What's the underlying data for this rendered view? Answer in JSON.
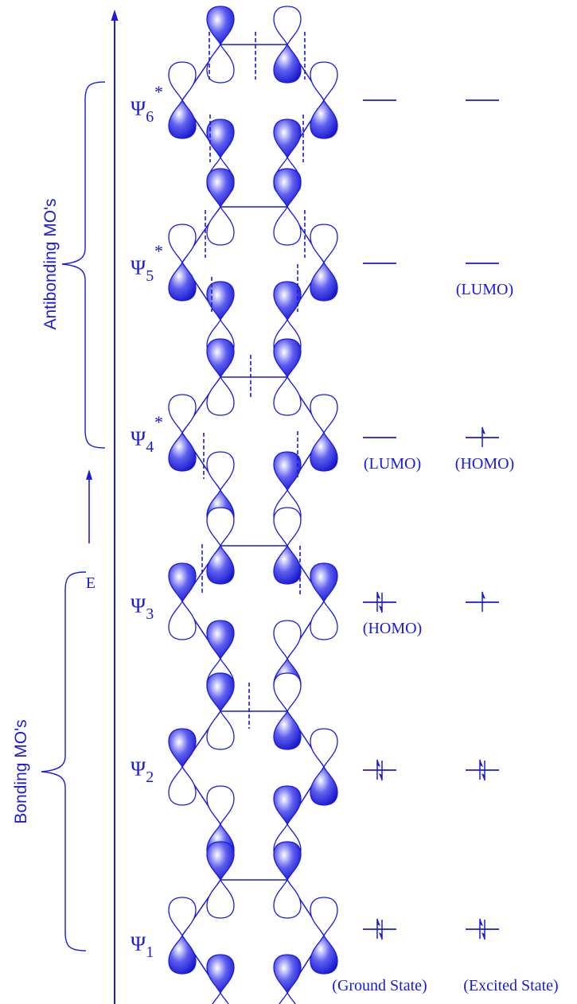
{
  "diagram": {
    "color": "#1a1adc",
    "axis_label": "E",
    "group_labels": {
      "antibonding": "Antibonding MO's",
      "bonding": "Bonding MO's"
    },
    "column_labels": {
      "ground": "(Ground State)",
      "excited": "(Excited State)"
    },
    "orbitals": [
      {
        "id": "psi6",
        "symbol": "Ψ",
        "subscript": "6",
        "star": "*",
        "ground": {
          "electrons": 0,
          "tag": ""
        },
        "excited": {
          "electrons": 0,
          "tag": ""
        }
      },
      {
        "id": "psi5",
        "symbol": "Ψ",
        "subscript": "5",
        "star": "*",
        "ground": {
          "electrons": 0,
          "tag": ""
        },
        "excited": {
          "electrons": 0,
          "tag": "(LUMO)"
        }
      },
      {
        "id": "psi4",
        "symbol": "Ψ",
        "subscript": "4",
        "star": "*",
        "ground": {
          "electrons": 0,
          "tag": "(LUMO)"
        },
        "excited": {
          "electrons": 1,
          "tag": "(HOMO)"
        }
      },
      {
        "id": "psi3",
        "symbol": "Ψ",
        "subscript": "3",
        "star": "",
        "ground": {
          "electrons": 2,
          "tag": "(HOMO)"
        },
        "excited": {
          "electrons": 1,
          "tag": ""
        }
      },
      {
        "id": "psi2",
        "symbol": "Ψ",
        "subscript": "2",
        "star": "",
        "ground": {
          "electrons": 2,
          "tag": ""
        },
        "excited": {
          "electrons": 2,
          "tag": ""
        }
      },
      {
        "id": "psi1",
        "symbol": "Ψ",
        "subscript": "1",
        "star": "",
        "ground": {
          "electrons": 2,
          "tag": ""
        },
        "excited": {
          "electrons": 2,
          "tag": ""
        }
      }
    ]
  }
}
